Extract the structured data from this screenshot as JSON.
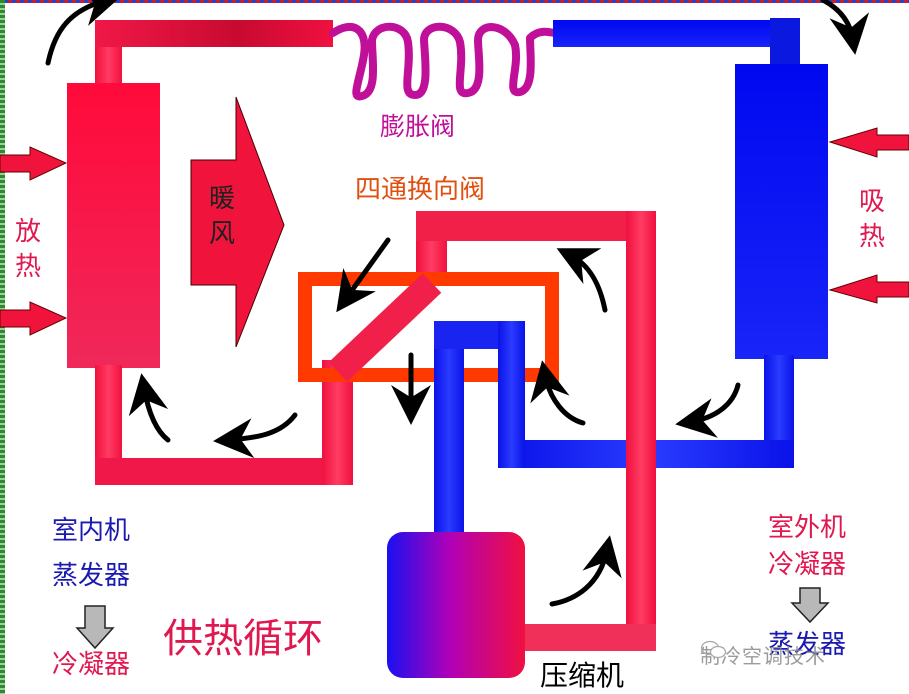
{
  "diagram": {
    "title": "供热循环",
    "type": "heat pump heating cycle (refrigerant flow)",
    "colors": {
      "hot_pipe": "#f0143c",
      "cold_pipe": "#0a14f0",
      "expansion_valve": "#c0109a",
      "four_way_valve": "#ff3a00",
      "valve_label": "#e05010",
      "heat_arrow": "#f0143c",
      "indoor_label": "#1a1ab0",
      "condenser_label": "#e01850",
      "gray_arrow": "#b8b8b8"
    },
    "components": {
      "expansion_valve": "膨胀阀",
      "four_way_valve": "四通换向阀",
      "compressor": "压缩机",
      "warm_air": [
        "暖",
        "风"
      ],
      "release_heat": [
        "放",
        "热"
      ],
      "absorb_heat": [
        "吸",
        "热"
      ]
    },
    "indoor_unit": {
      "name": "室内机",
      "from_role": "蒸发器",
      "to_role": "冷凝器"
    },
    "outdoor_unit": {
      "name": "室外机",
      "from_role": "冷凝器",
      "to_role": "蒸发器"
    },
    "cycle_label": "供热循环"
  },
  "watermark": {
    "text": "制冷空调技术",
    "icon": "wechat-icon"
  }
}
